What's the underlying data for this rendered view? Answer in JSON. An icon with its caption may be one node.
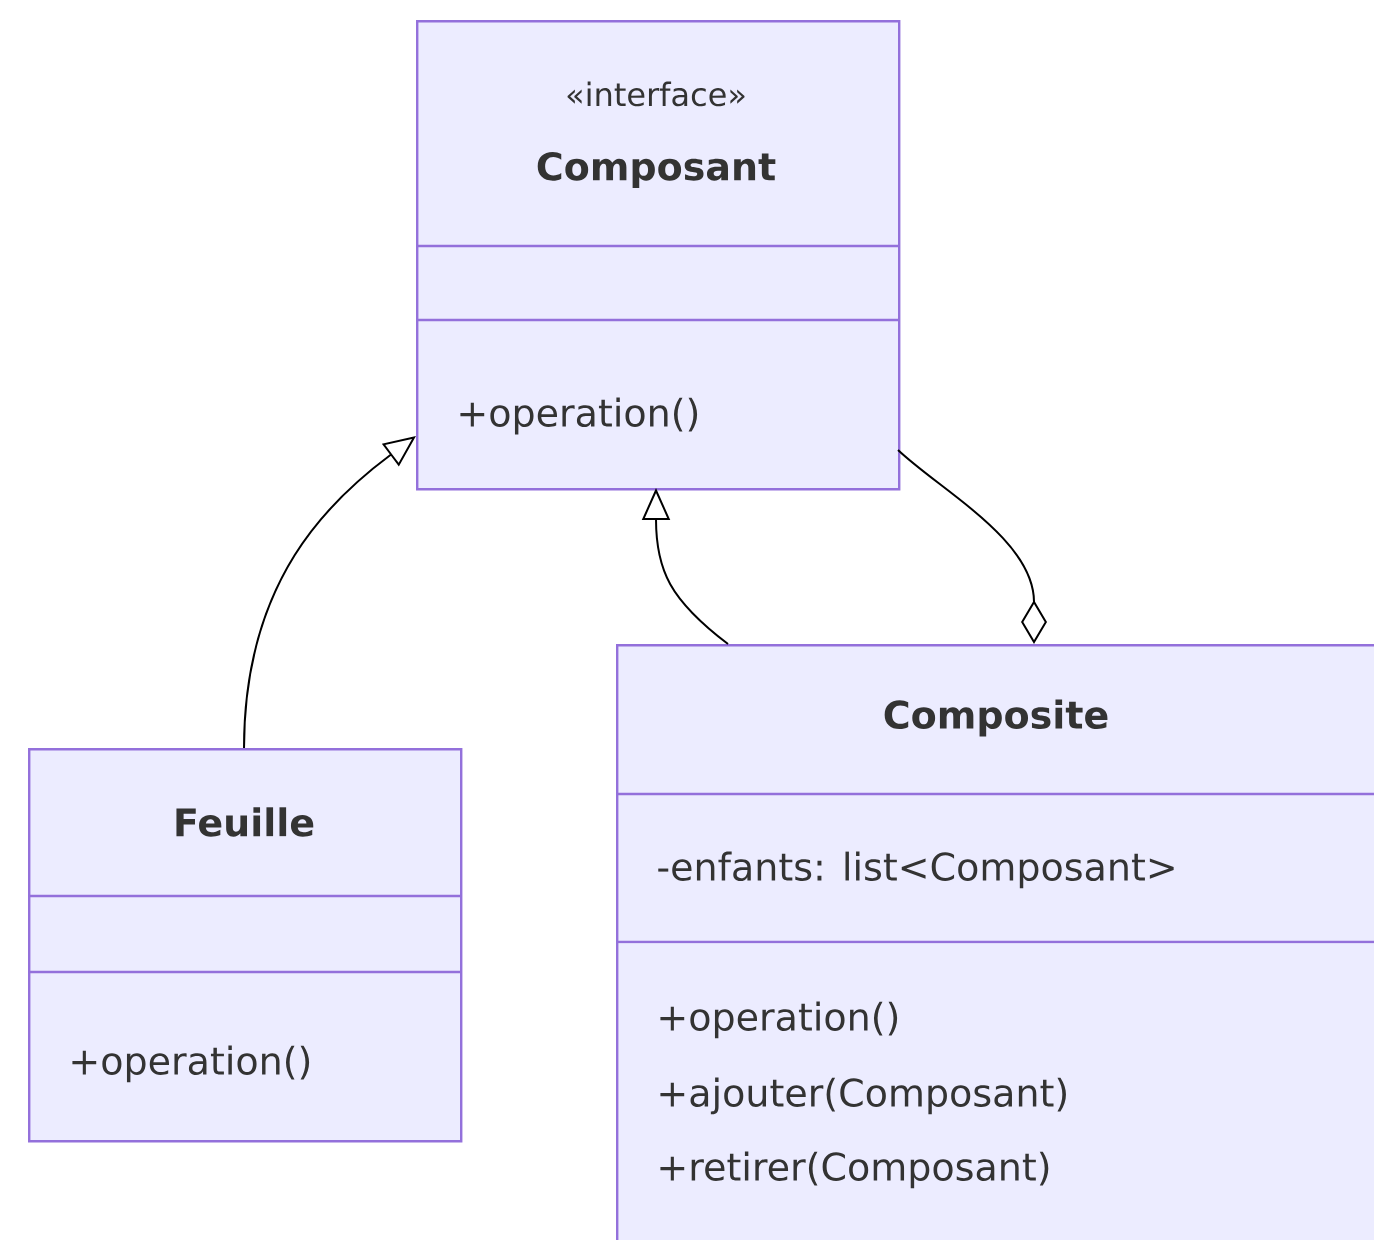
{
  "diagram": {
    "nodes": [
      {
        "text": [
          "«interface»",
          "Composant",
          "+operation()"
        ]
      },
      {
        "text": [
          "Feuille",
          "+operation()"
        ]
      },
      {
        "text": [
          "Composite",
          "-enfants: list<Composant>",
          "+operation()",
          "+ajouter(Composant)",
          "+retirer(Composant)"
        ]
      }
    ],
    "edges": [
      {
        "from": 1,
        "to": 0,
        "arrow": "to"
      },
      {
        "from": 2,
        "to": 0,
        "arrow": "to"
      },
      {
        "from": 2,
        "to": 0,
        "arrow": "other"
      }
    ]
  }
}
